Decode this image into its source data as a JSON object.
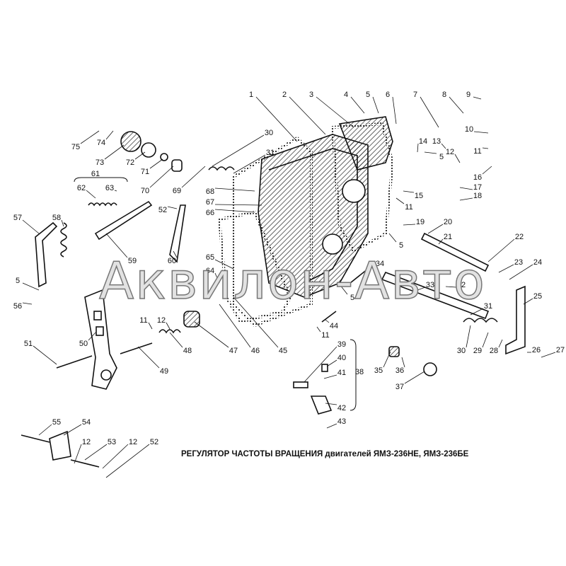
{
  "caption": "РЕГУЛЯТОР ЧАСТОТЫ ВРАЩЕНИЯ двигателей ЯМЗ-236НЕ, ЯМЗ-236БЕ",
  "watermark": "Аквилон-Авто",
  "callouts": [
    "1",
    "2",
    "3",
    "4",
    "5",
    "6",
    "7",
    "8",
    "9",
    "10",
    "11",
    "16",
    "14",
    "13",
    "12",
    "5",
    "17",
    "18",
    "15",
    "11",
    "19",
    "5",
    "20",
    "21",
    "22",
    "23",
    "24",
    "25",
    "26",
    "27",
    "28",
    "29",
    "30",
    "31",
    "32",
    "33",
    "34",
    "5",
    "44",
    "11",
    "45",
    "46",
    "47",
    "48",
    "12",
    "11",
    "49",
    "50",
    "51",
    "56",
    "5",
    "57",
    "58",
    "59",
    "60",
    "52",
    "61",
    "62",
    "63",
    "75",
    "74",
    "73",
    "72",
    "71",
    "70",
    "69",
    "30",
    "31",
    "68",
    "67",
    "66",
    "65",
    "64",
    "39",
    "40",
    "41",
    "38",
    "42",
    "43",
    "35",
    "36",
    "37",
    "55",
    "54",
    "53",
    "12",
    "12",
    "52"
  ]
}
